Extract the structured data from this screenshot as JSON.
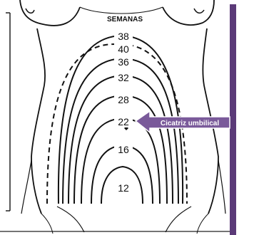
{
  "diagram": {
    "title": "SEMANAS",
    "week_labels": [
      "38",
      "40",
      "36",
      "32",
      "28",
      "22",
      "16",
      "12"
    ],
    "callout": "Cicatriz umbilical",
    "colors": {
      "line": "#111111",
      "callout_fill": "#7a5a9a",
      "side_bar": "#5b3a78",
      "text_on_callout": "#ffffff"
    }
  }
}
